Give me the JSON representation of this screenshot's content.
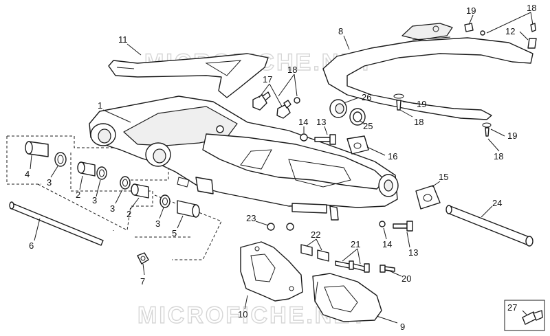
{
  "watermark": {
    "top": "MICROFICHE.NET",
    "bottom": "MICROFICHE.NET"
  },
  "callouts": {
    "c1": "1",
    "c2a": "2",
    "c2b": "2",
    "c3a": "3",
    "c3b": "3",
    "c3c": "3",
    "c3d": "3",
    "c4": "4",
    "c5": "5",
    "c6": "6",
    "c7": "7",
    "c8": "8",
    "c9": "9",
    "c10": "10",
    "c11": "11",
    "c12": "12",
    "c13a": "13",
    "c13b": "13",
    "c14a": "14",
    "c14b": "14",
    "c15": "15",
    "c16": "16",
    "c17": "17",
    "c18a": "18",
    "c18b": "18",
    "c18c": "18",
    "c18d": "18",
    "c19a": "19",
    "c19b": "19",
    "c19c": "19",
    "c20": "20",
    "c21": "21",
    "c22": "22",
    "c23": "23",
    "c24": "24",
    "c25": "25",
    "c26": "26",
    "c27": "27"
  }
}
